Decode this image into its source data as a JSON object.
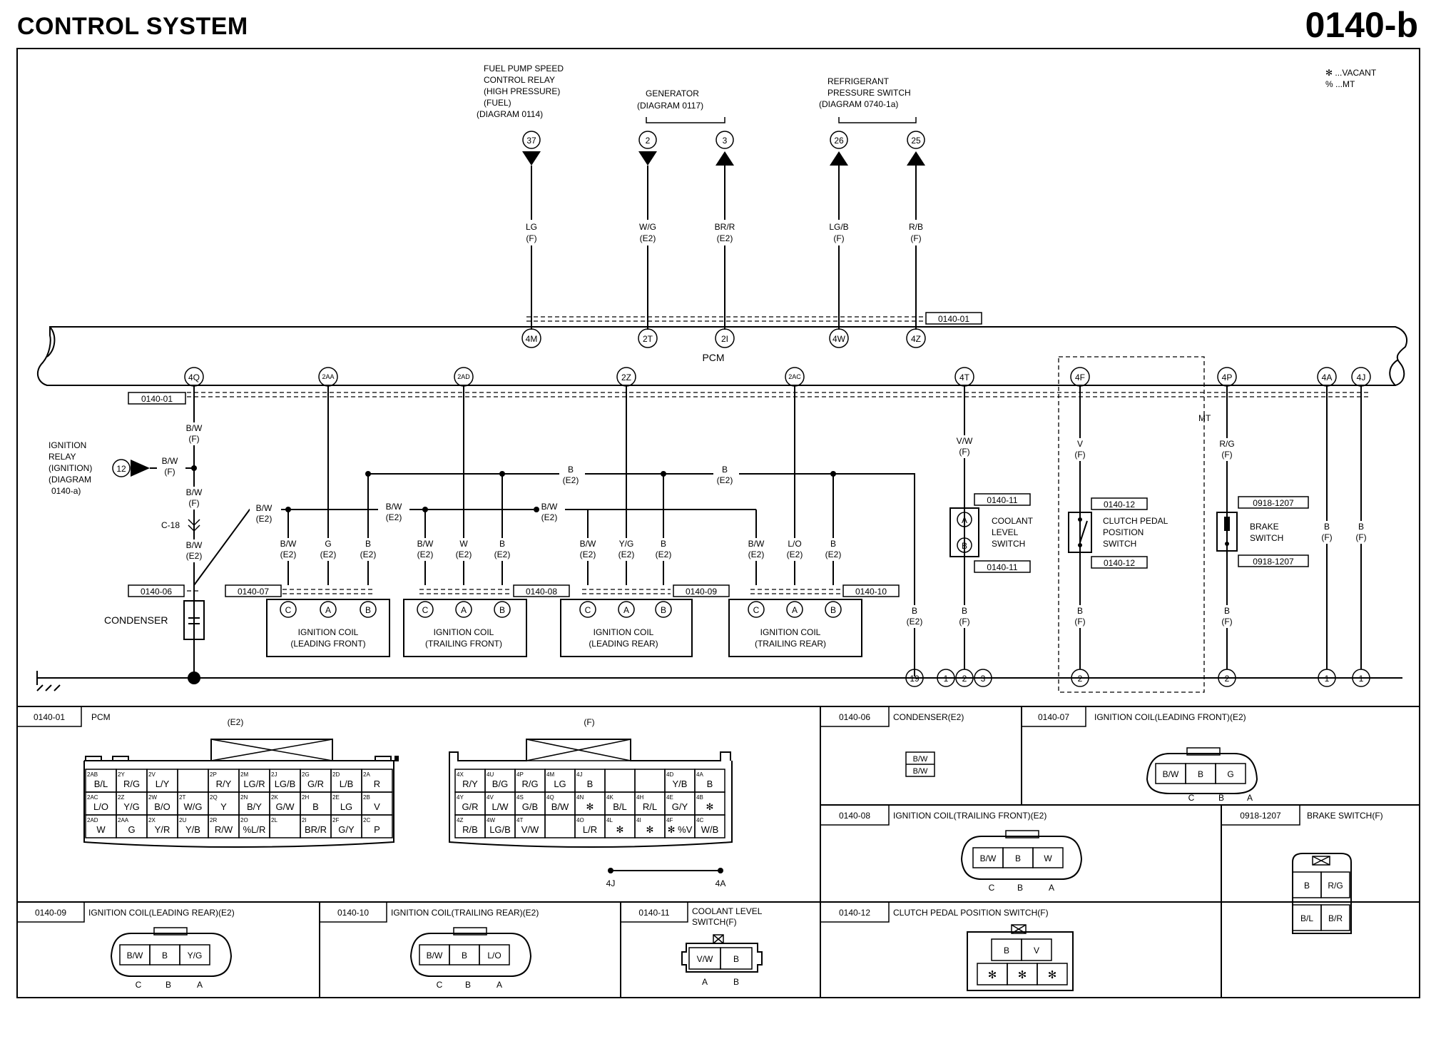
{
  "header": {
    "title": "CONTROL SYSTEM",
    "code": "0140-b"
  },
  "legend": [
    "✻ ...VACANT",
    "% ...MT"
  ],
  "top_components": {
    "fuel_pump": [
      "FUEL PUMP SPEED",
      "CONTROL RELAY",
      "(HIGH PRESSURE)",
      "(FUEL)",
      "(DIAGRAM 0114)"
    ],
    "generator": [
      "GENERATOR",
      "(DIAGRAM 0117)"
    ],
    "refrigerant": [
      "REFRIGERANT",
      "PRESSURE SWITCH",
      "(DIAGRAM 0740-1a)"
    ]
  },
  "top_pins": [
    "37",
    "2",
    "3",
    "26",
    "25"
  ],
  "top_wires": [
    [
      "LG",
      "(F)"
    ],
    [
      "W/G",
      "(E2)"
    ],
    [
      "BR/R",
      "(E2)"
    ],
    [
      "LG/B",
      "(F)"
    ],
    [
      "R/B",
      "(F)"
    ]
  ],
  "pcm": {
    "label": "PCM",
    "top_pins": [
      "4M",
      "2T",
      "2I",
      "4W",
      "4Z"
    ],
    "ref": "0140-01",
    "bottom_pins": [
      "4Q",
      "2AA",
      "2AD",
      "2Z",
      "2AC",
      "4T",
      "4F",
      "4P",
      "4A",
      "4J"
    ],
    "ref2": "0140-01"
  },
  "ignition_relay": [
    "IGNITION",
    "RELAY",
    "(IGNITION)",
    "(DIAGRAM",
    "0140-a)"
  ],
  "relay_pin": "12",
  "wire_labels": {
    "bw_f": [
      "B/W",
      "(F)"
    ],
    "bw_f2": [
      "B/W",
      "(F)"
    ],
    "bw_f3": [
      "B/W",
      "(F)"
    ],
    "c18": "C-18",
    "bw_e2": [
      "B/W",
      "(E2)"
    ],
    "bw_e2_a": [
      "B/W",
      "(E2)"
    ],
    "bw_e2_b": [
      "B/W",
      "(E2)"
    ],
    "bw_e2_c": [
      "B/W",
      "(E2)"
    ],
    "b_e2_a": [
      "B",
      "(E2)"
    ],
    "b_e2_b": [
      "B",
      "(E2)"
    ],
    "c1": [
      [
        "B/W",
        "(E2)"
      ],
      [
        "G",
        "(E2)"
      ],
      [
        "B",
        "(E2)"
      ]
    ],
    "c2": [
      [
        "B/W",
        "(E2)"
      ],
      [
        "W",
        "(E2)"
      ],
      [
        "B",
        "(E2)"
      ]
    ],
    "c3": [
      [
        "B/W",
        "(E2)"
      ],
      [
        "Y/G",
        "(E2)"
      ],
      [
        "B",
        "(E2)"
      ]
    ],
    "c4": [
      [
        "B/W",
        "(E2)"
      ],
      [
        "L/O",
        "(E2)"
      ],
      [
        "B",
        "(E2)"
      ]
    ],
    "vw": [
      "V/W",
      "(F)"
    ],
    "v": [
      "V",
      "(F)"
    ],
    "rg": [
      "R/G",
      "(F)"
    ],
    "b_f4a": [
      "B",
      "(F)"
    ],
    "b_f4j": [
      "B",
      "(F)"
    ],
    "b_e2_gnd": [
      "B",
      "(E2)"
    ],
    "b_f_cool": [
      "B",
      "(F)"
    ],
    "b_f_clutch": [
      "B",
      "(F)"
    ],
    "b_f_brake": [
      "B",
      "(F)"
    ]
  },
  "condenser": {
    "label": "CONDENSER",
    "ref": "0140-06"
  },
  "coils": [
    {
      "ref": "0140-07",
      "name": [
        "IGNITION COIL",
        "(LEADING FRONT)"
      ]
    },
    {
      "ref": "0140-08",
      "name": [
        "IGNITION COIL",
        "(TRAILING FRONT)"
      ]
    },
    {
      "ref": "0140-09",
      "name": [
        "IGNITION COIL",
        "(LEADING REAR)"
      ]
    },
    {
      "ref": "0140-10",
      "name": [
        "IGNITION COIL",
        "(TRAILING REAR)"
      ]
    }
  ],
  "coil_pins": [
    "C",
    "A",
    "B"
  ],
  "coolant": {
    "ref": "0140-11",
    "name": [
      "COOLANT",
      "LEVEL",
      "SWITCH"
    ],
    "pins": [
      "A",
      "B"
    ]
  },
  "clutch": {
    "ref": "0140-12",
    "name": [
      "CLUTCH PEDAL",
      "POSITION",
      "SWITCH"
    ],
    "mt": "MT"
  },
  "brake": {
    "ref": "0918-1207",
    "name": [
      "BRAKE",
      "SWITCH"
    ]
  },
  "ground_pins": [
    "19",
    "1",
    "2",
    "3",
    "2",
    "2",
    "1",
    "1"
  ],
  "panels": {
    "pcm": {
      "code": "0140-01",
      "title": "PCM",
      "e2": "(E2)",
      "f": "(F)",
      "j1": "4J",
      "j2": "4A"
    },
    "condenser": {
      "code": "0140-06",
      "title": "CONDENSER(E2)",
      "cells": [
        "B/W",
        "B/W"
      ]
    },
    "coil_lf": {
      "code": "0140-07",
      "title": "IGNITION COIL(LEADING FRONT)(E2)",
      "cells": [
        "B/W",
        "B",
        "G"
      ],
      "pins": [
        "C",
        "B",
        "A"
      ]
    },
    "coil_tf": {
      "code": "0140-08",
      "title": "IGNITION COIL(TRAILING FRONT)(E2)",
      "cells": [
        "B/W",
        "B",
        "W"
      ],
      "pins": [
        "C",
        "B",
        "A"
      ]
    },
    "brake": {
      "code": "0918-1207",
      "title": "BRAKE SWITCH(F)",
      "cells": [
        "B",
        "R/G",
        "B/L",
        "B/R"
      ]
    },
    "coil_lr": {
      "code": "0140-09",
      "title": "IGNITION COIL(LEADING REAR)(E2)",
      "cells": [
        "B/W",
        "B",
        "Y/G"
      ],
      "pins": [
        "C",
        "B",
        "A"
      ]
    },
    "coil_tr": {
      "code": "0140-10",
      "title": "IGNITION COIL(TRAILING REAR)(E2)",
      "cells": [
        "B/W",
        "B",
        "L/O"
      ],
      "pins": [
        "C",
        "B",
        "A"
      ]
    },
    "coolant": {
      "code": "0140-11",
      "title": [
        "COOLANT LEVEL",
        "SWITCH(F)"
      ],
      "cells": [
        "V/W",
        "B"
      ],
      "pins": [
        "A",
        "B"
      ]
    },
    "clutch": {
      "code": "0140-12",
      "title": "CLUTCH PEDAL POSITION SWITCH(F)",
      "cells": [
        "B",
        "V",
        "✻",
        "✻",
        "✻"
      ]
    }
  },
  "pcm_e2_cells": [
    [
      [
        "2AB",
        "B/L"
      ],
      [
        "2Y",
        "R/G"
      ],
      [
        "2V",
        "L/Y"
      ],
      [
        "",
        ""
      ],
      [
        "2P",
        "R/Y"
      ],
      [
        "2M",
        "LG/R"
      ],
      [
        "2J",
        "LG/B"
      ],
      [
        "2G",
        "G/R"
      ],
      [
        "2D",
        "L/B"
      ],
      [
        "2A",
        "R"
      ]
    ],
    [
      [
        "2AC",
        "L/O"
      ],
      [
        "2Z",
        "Y/G"
      ],
      [
        "2W",
        "B/O"
      ],
      [
        "2T",
        "W/G"
      ],
      [
        "2Q",
        "Y"
      ],
      [
        "2N",
        "B/Y"
      ],
      [
        "2K",
        "G/W"
      ],
      [
        "2H",
        "B"
      ],
      [
        "2E",
        "LG"
      ],
      [
        "2B",
        "V"
      ]
    ],
    [
      [
        "2AD",
        "W"
      ],
      [
        "2AA",
        "G"
      ],
      [
        "2X",
        "Y/R"
      ],
      [
        "2U",
        "Y/B"
      ],
      [
        "2R",
        "R/W"
      ],
      [
        "2O",
        "%L/R"
      ],
      [
        "2L",
        ""
      ],
      [
        "2I",
        "BR/R"
      ],
      [
        "2F",
        "G/Y"
      ],
      [
        "2C",
        "P"
      ]
    ]
  ],
  "pcm_f_cells": [
    [
      [
        "4X",
        "R/Y"
      ],
      [
        "4U",
        "B/G"
      ],
      [
        "4P",
        "R/G"
      ],
      [
        "4M",
        "LG"
      ],
      [
        "4J",
        "B"
      ],
      [
        "",
        ""
      ],
      [
        "",
        ""
      ],
      [
        "4D",
        "Y/B"
      ],
      [
        "4A",
        "B"
      ]
    ],
    [
      [
        "4Y",
        "G/R"
      ],
      [
        "4V",
        "L/W"
      ],
      [
        "4S",
        "G/B"
      ],
      [
        "4Q",
        "B/W"
      ],
      [
        "4N",
        "✻"
      ],
      [
        "4K",
        "B/L"
      ],
      [
        "4H",
        "R/L"
      ],
      [
        "4E",
        "G/Y"
      ],
      [
        "4B",
        "✻"
      ]
    ],
    [
      [
        "4Z",
        "R/B"
      ],
      [
        "4W",
        "LG/B"
      ],
      [
        "4T",
        "V/W"
      ],
      [
        "",
        ""
      ],
      [
        "4O",
        "L/R"
      ],
      [
        "4L",
        "✻"
      ],
      [
        "4I",
        "✻"
      ],
      [
        "4F",
        "✻ %V"
      ],
      [
        "4C",
        "W/B"
      ]
    ]
  ]
}
